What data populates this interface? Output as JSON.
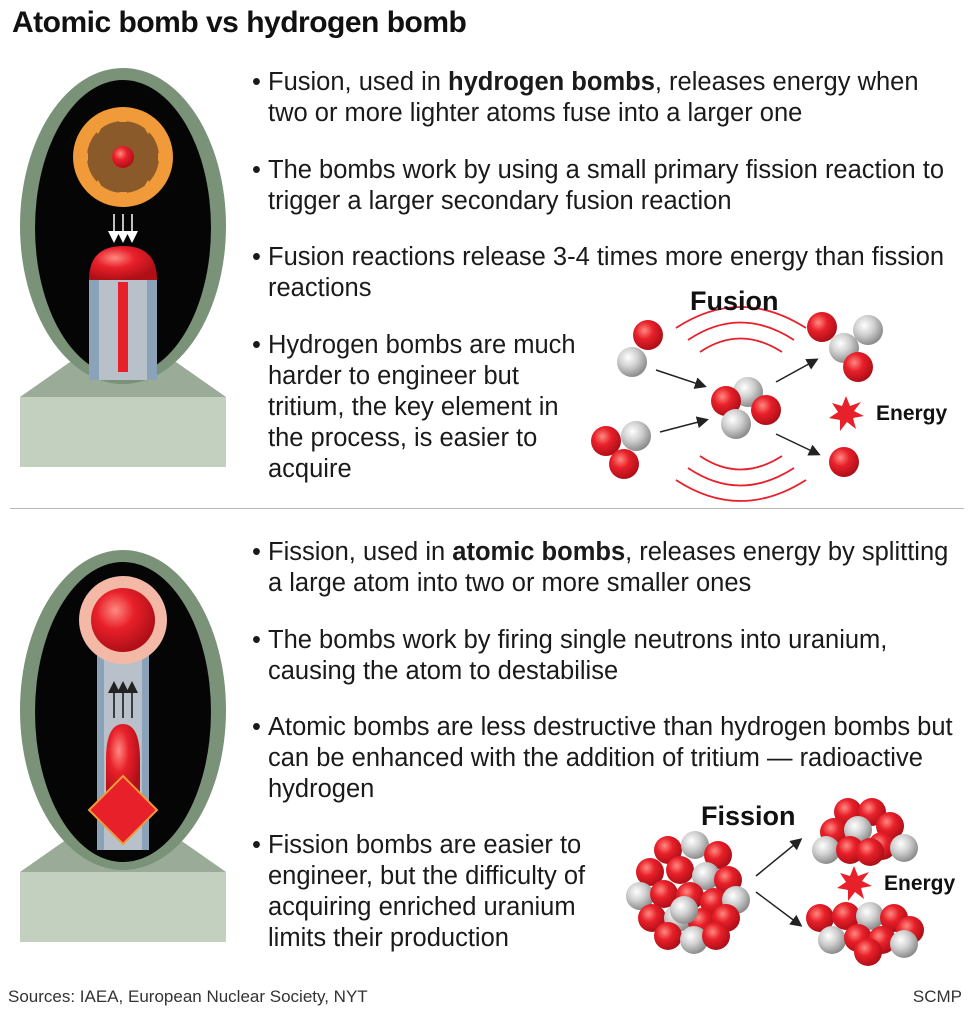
{
  "title": "Atomic bomb vs hydrogen bomb",
  "hydrogen": {
    "bullets": [
      {
        "pre": "Fusion, used in ",
        "em": "hydrogen bombs",
        "post": ", releases energy when two or more lighter atoms fuse into a larger one"
      },
      {
        "pre": "The bombs work by using a small primary fission reaction to trigger a larger secondary fusion reaction",
        "em": "",
        "post": ""
      },
      {
        "pre": "Fusion reactions release 3-4 times more energy than fission reactions",
        "em": "",
        "post": ""
      },
      {
        "pre": "Hydrogen bombs are much harder to engineer but tritium, the key element in the process, is easier to acquire",
        "em": "",
        "post": ""
      }
    ],
    "diagram_label": "Fusion",
    "energy_label": "Energy"
  },
  "atomic": {
    "bullets": [
      {
        "pre": "Fission, used in ",
        "em": "atomic bombs",
        "post": ", releases energy by splitting a large atom into two or more smaller ones"
      },
      {
        "pre": "The bombs work by firing single neutrons into uranium, causing the atom to destabilise",
        "em": "",
        "post": ""
      },
      {
        "pre": "Atomic bombs are less destructive than hydrogen bombs but can be enhanced with the addition of tritium — radioactive hydrogen",
        "em": "",
        "post": ""
      },
      {
        "pre": "Fission bombs are easier to engineer, but the difficulty of acquiring enriched uranium limits their production",
        "em": "",
        "post": ""
      }
    ],
    "diagram_label": "Fission",
    "energy_label": "Energy"
  },
  "footer": {
    "sources": "Sources: IAEA, European Nuclear Society, NYT",
    "credit": "SCMP"
  },
  "colors": {
    "red": "#e8202a",
    "grey_atom": "#c4c4c4",
    "casing": "#7a9278",
    "base": "#c3d0c0",
    "orange": "#f09a3a",
    "pink": "#f4b9a6"
  }
}
